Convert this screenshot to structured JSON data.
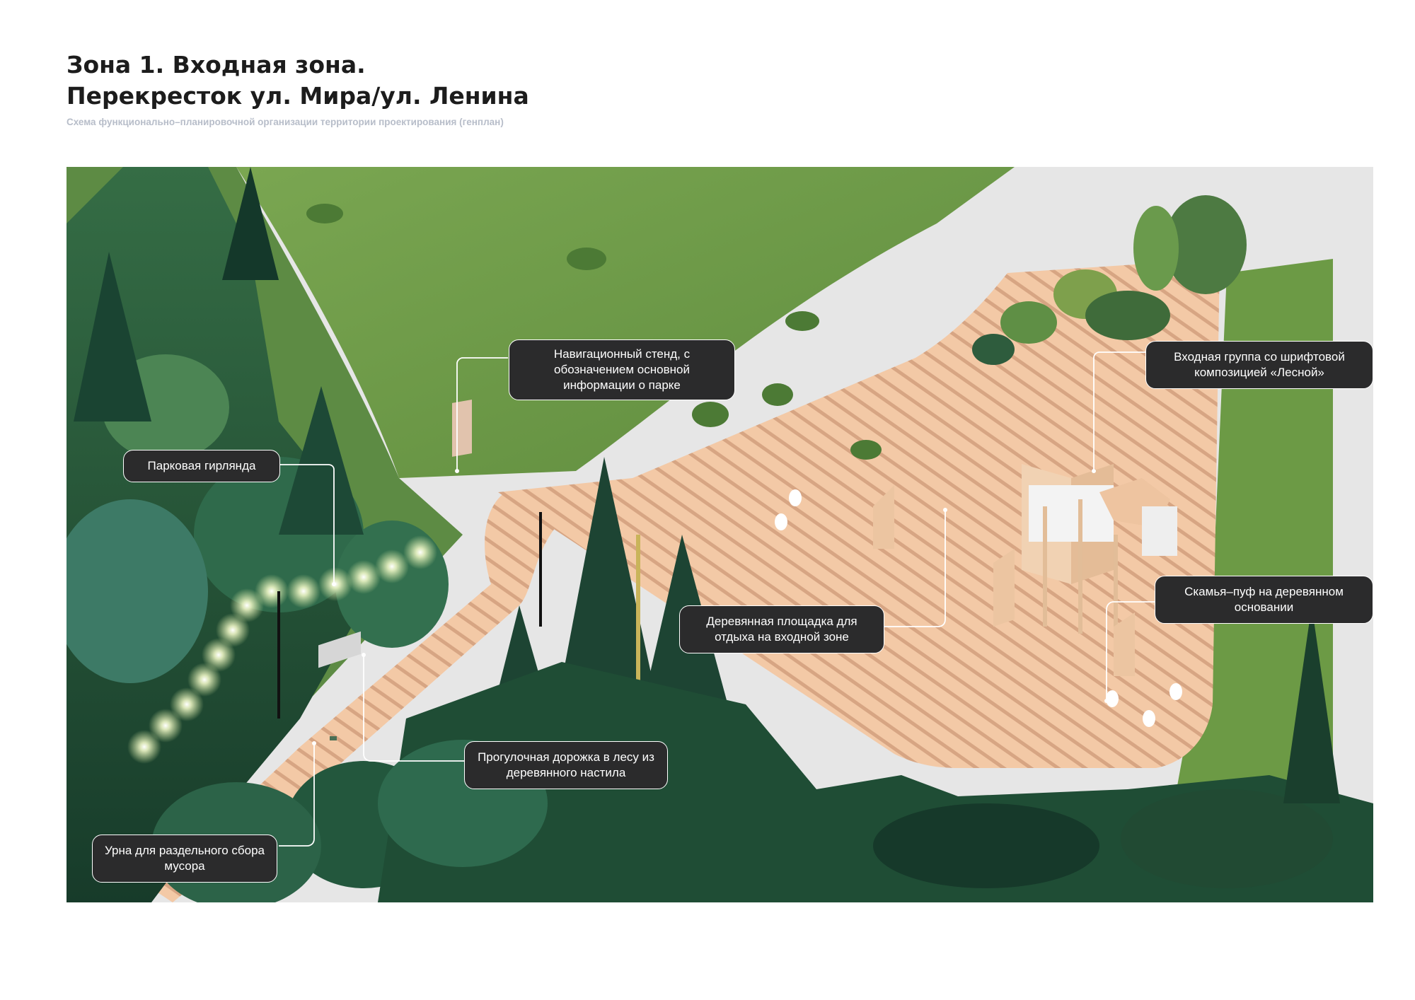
{
  "header": {
    "title_line1": "Зона 1. Входная зона.",
    "title_line2": "Перекресток ул. Мира/ул. Ленина",
    "subtitle": "Схема функционально–планировочной организации территории проектирования (генплан)"
  },
  "callouts": [
    {
      "id": "nav-stand",
      "text": "Навигационный стенд, с обозначением основной информации о парке"
    },
    {
      "id": "entrance-group",
      "text": "Входная группа со шрифтовой композицией «Лесной»"
    },
    {
      "id": "garland",
      "text": "Парковая гирлянда"
    },
    {
      "id": "rest-platform",
      "text": "Деревянная площадка для отдыха на входной зоне"
    },
    {
      "id": "bench-pouf",
      "text": "Скамья–пуф на деревянном основании"
    },
    {
      "id": "forest-path",
      "text": "Прогулочная дорожка в лесу из деревянного настила"
    },
    {
      "id": "waste-bin",
      "text": "Урна для раздельного сбора мусора"
    }
  ],
  "colors": {
    "lawn": "#6f9a4a",
    "forest_dark": "#1f4a33",
    "deck": "#f2c7a3",
    "deck_stripe": "#d9a886",
    "road": "#e6e6e6",
    "callout_bg": "#2b2b2c"
  }
}
